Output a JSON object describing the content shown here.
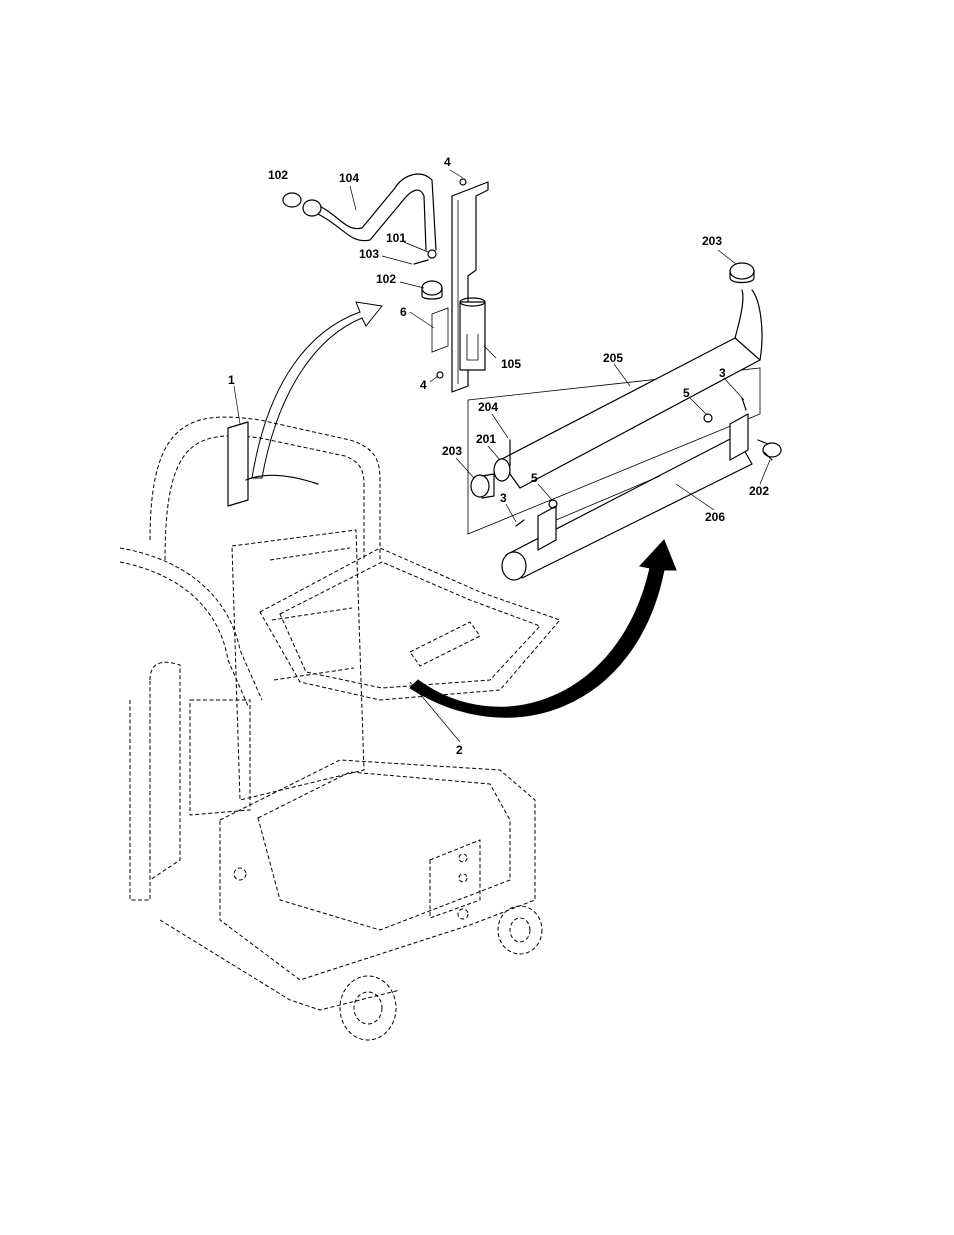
{
  "callouts": {
    "c_102_top": "102",
    "c_104": "104",
    "c_4_top": "4",
    "c_101": "101",
    "c_103": "103",
    "c_102_mid": "102",
    "c_6": "6",
    "c_105": "105",
    "c_4_bottom": "4",
    "c_1": "1",
    "c_203_top": "203",
    "c_205": "205",
    "c_3_right": "3",
    "c_5_right": "5",
    "c_204": "204",
    "c_201": "201",
    "c_203_left": "203",
    "c_202": "202",
    "c_5_left": "5",
    "c_3_left": "3",
    "c_206": "206",
    "c_2": "2"
  }
}
